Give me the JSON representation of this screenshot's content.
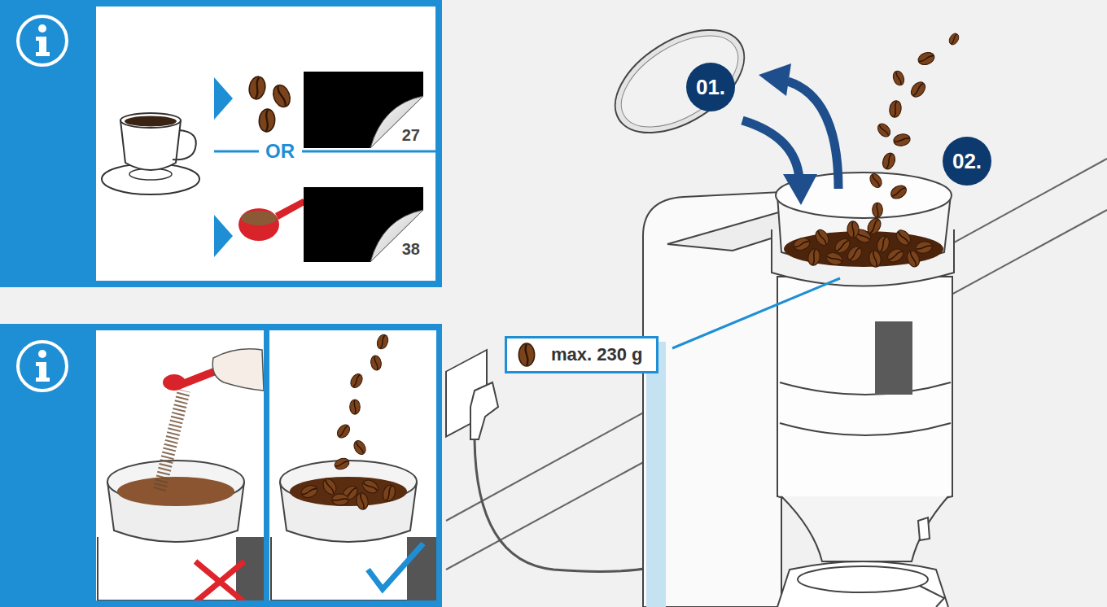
{
  "diagram": {
    "nodes": [
      {
        "text": [
          "01."
        ]
      },
      {
        "text": [
          "02."
        ]
      },
      {
        "text": [
          "max. 230 g"
        ]
      }
    ],
    "labels": [
      "27",
      "OR",
      "38"
    ]
  }
}
